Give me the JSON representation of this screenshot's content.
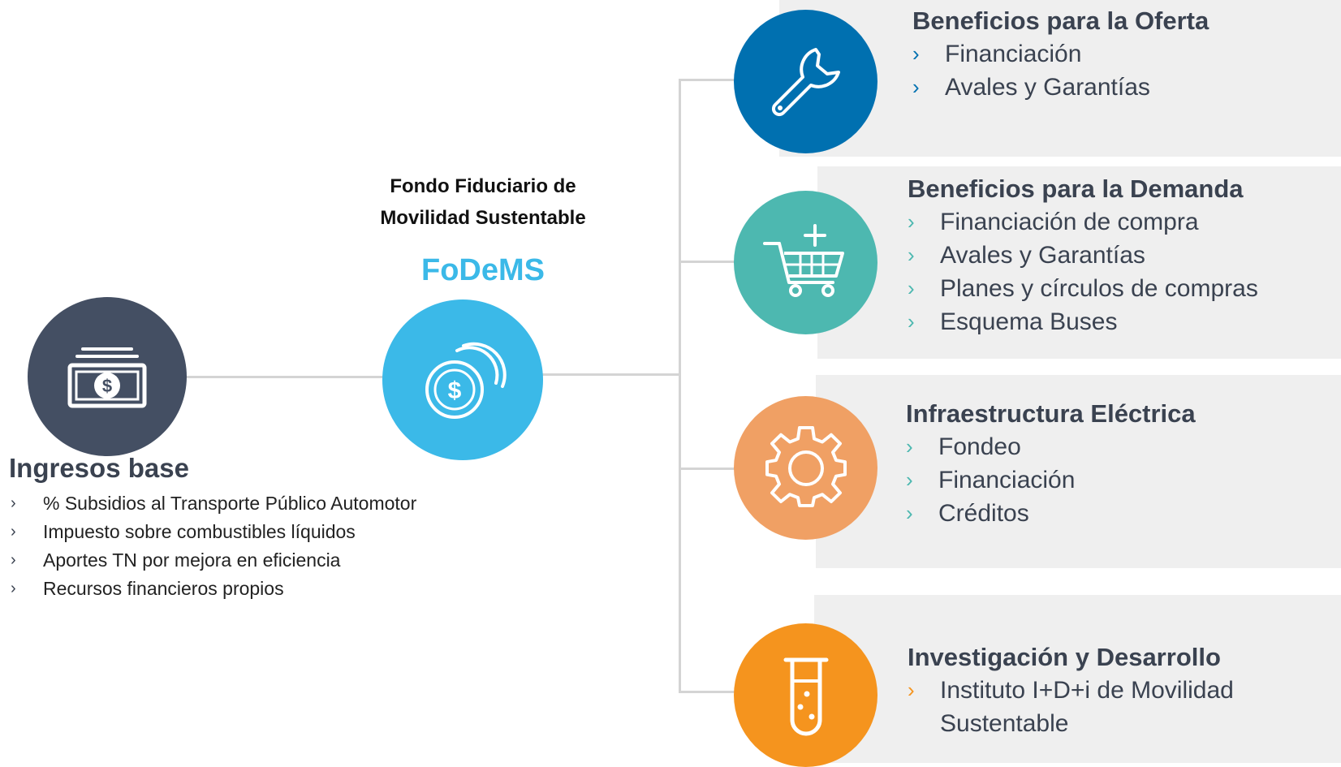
{
  "fund": {
    "title_line1": "Fondo Fiduciario de",
    "title_line2": "Movilidad Sustentable",
    "acronym": "FoDeMS",
    "icon": "coins-dollar-icon"
  },
  "base_income": {
    "title": "Ingresos base",
    "icon": "money-bill-icon",
    "items": [
      "% Subsidios al Transporte Público Automotor",
      "Impuesto sobre combustibles líquidos",
      "Aportes TN por mejora en eficiencia",
      "Recursos financieros propios"
    ]
  },
  "chevron": "›",
  "categories": [
    {
      "title": "Beneficios para la Oferta",
      "icon": "wrench-icon",
      "color": "#0070b0",
      "items": [
        "Financiación",
        "Avales y Garantías"
      ]
    },
    {
      "title": "Beneficios para la Demanda",
      "icon": "shopping-cart-icon",
      "color": "#4db8b0",
      "items": [
        "Financiación de compra",
        "Avales y Garantías",
        "Planes y círculos de compras",
        "Esquema Buses"
      ]
    },
    {
      "title": "Infraestructura Eléctrica",
      "icon": "gear-icon",
      "color": "#f0a064",
      "items": [
        "Fondeo",
        "Financiación",
        "Créditos"
      ]
    },
    {
      "title": "Investigación y Desarrollo",
      "icon": "test-tube-icon",
      "color": "#f5941e",
      "items": [
        "Instituto I+D+i de Movilidad Sustentable"
      ]
    }
  ],
  "colors": {
    "base_circle": "#444f63",
    "fund_circle": "#3bb9e8",
    "connector": "#d4d4d4",
    "panel": "#efefef",
    "text": "#3a4250"
  }
}
